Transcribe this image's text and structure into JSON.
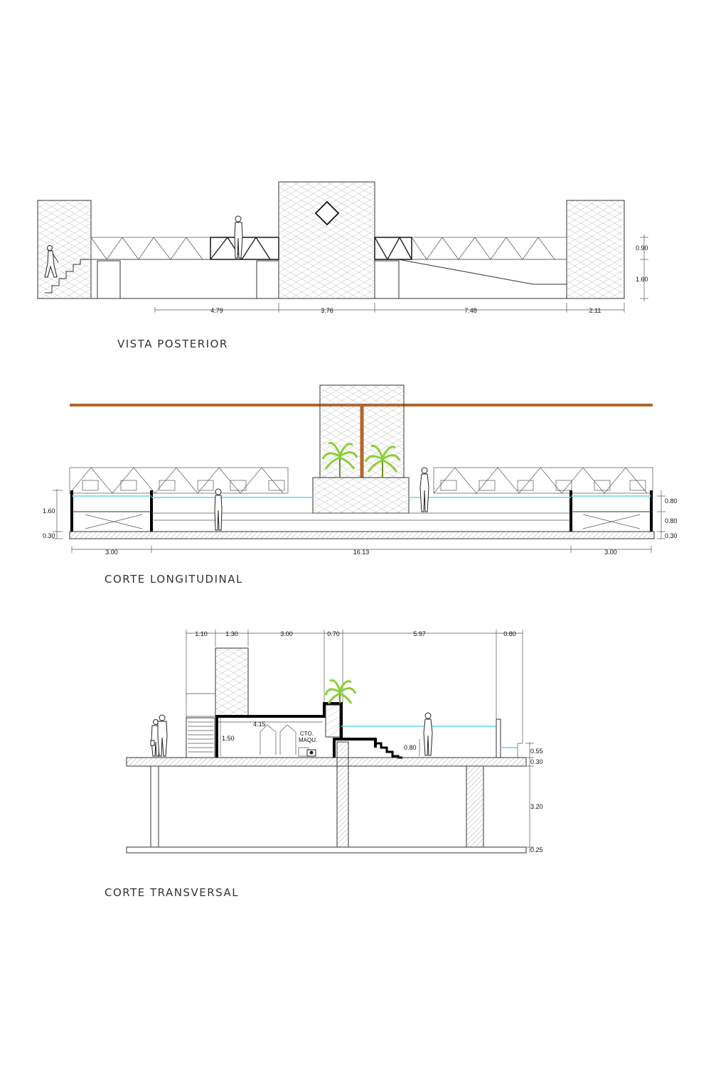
{
  "colors": {
    "water": "#66d9e8",
    "pergola": "#b5652b",
    "hatch": "#9a9a9a",
    "palm": "#8ccf3a",
    "line": "#333333"
  },
  "icons": [
    "person-icon",
    "palm-tree-icon",
    "truss-icon",
    "diamond-window-icon",
    "pump-icon"
  ],
  "vista_posterior": {
    "title": "VISTA POSTERIOR",
    "dims_h": [
      "4.79",
      "3.76",
      "7.48",
      "2.11"
    ],
    "dims_v": [
      "0.90",
      "1.60"
    ]
  },
  "corte_longitudinal": {
    "title": "CORTE LONGITUDINAL",
    "dims_h": [
      "3.00",
      "16.13",
      "3.00"
    ],
    "dims_left": [
      "1.60",
      "0.30"
    ],
    "dims_right": [
      "0.80",
      "0.80",
      "0.30"
    ]
  },
  "corte_transversal": {
    "title": "CORTE TRANSVERSAL",
    "dims_top": [
      "1.10",
      "1.30",
      "3.00",
      "0.70",
      "5.97",
      "0.80"
    ],
    "dims_inner": [
      "4.15",
      "1.50",
      "0.80"
    ],
    "machine_room": [
      "CTO.",
      "MAQU."
    ],
    "dims_right": [
      "0.55",
      "0.30",
      "3.20",
      "0.25"
    ]
  }
}
